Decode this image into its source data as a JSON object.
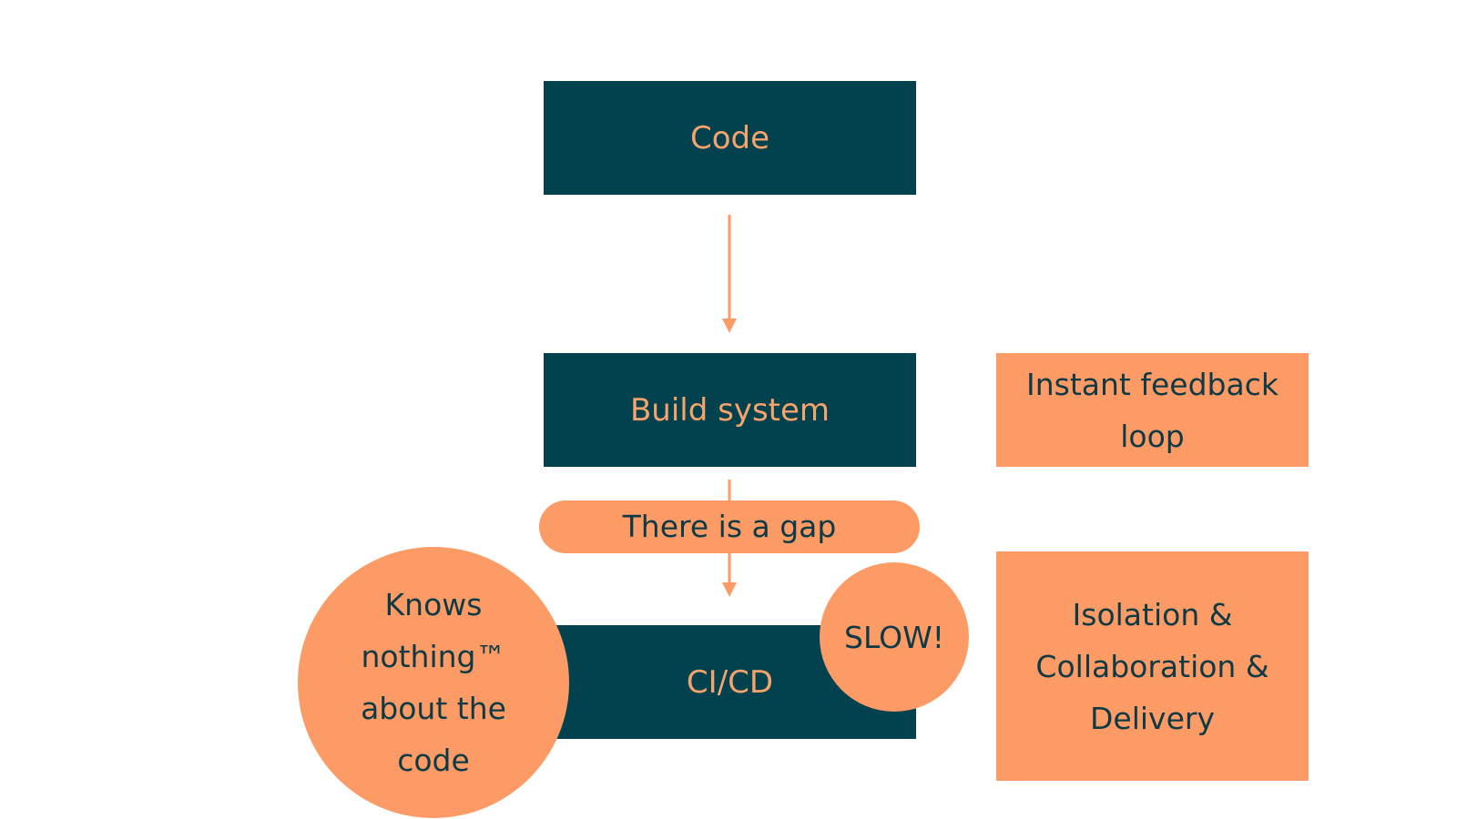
{
  "nodes": {
    "code": "Code",
    "build_system": "Build system",
    "cicd": "CI/CD"
  },
  "notes": {
    "gap": "There is a gap",
    "knows_nothing": "Knows\nnothing™\nabout the\ncode",
    "slow": "SLOW!",
    "instant_feedback": "Instant feedback\nloop",
    "isolation": "Isolation &\nCollaboration &\nDelivery"
  },
  "colors": {
    "dark_box": "#02424f",
    "orange": "#fd9b66",
    "orange_text": "#f7a36c",
    "dark_text": "#0d3a44"
  }
}
